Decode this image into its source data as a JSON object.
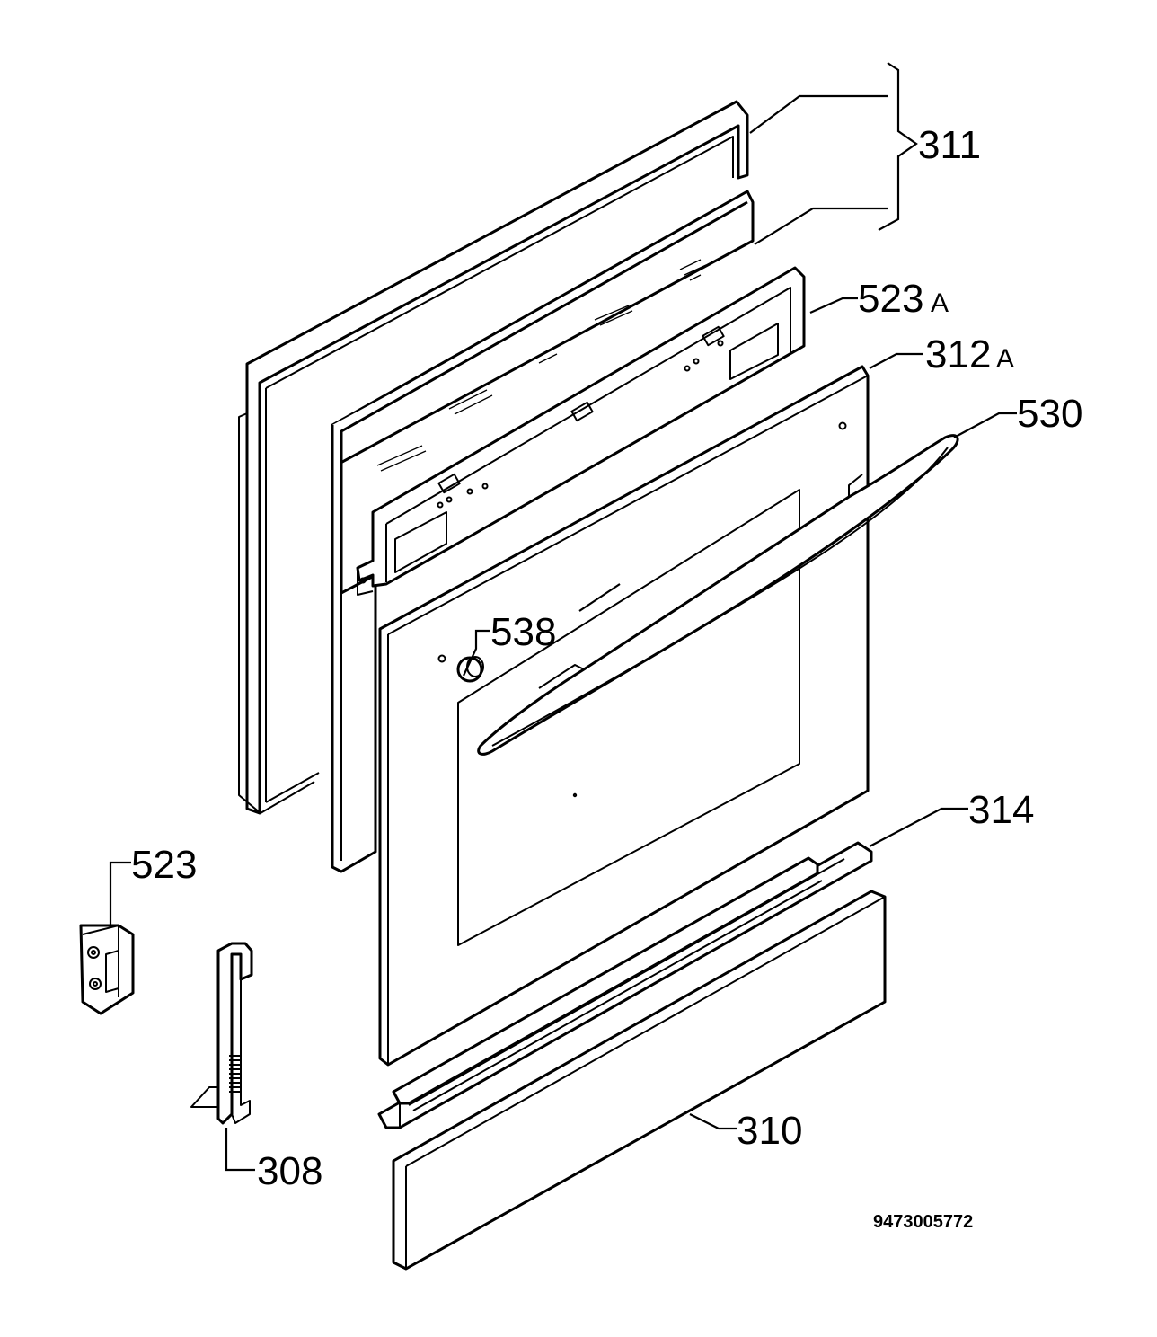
{
  "callouts": {
    "c311": "311",
    "c523a_num": "523",
    "c523a_suf": "A",
    "c312a_num": "312",
    "c312a_suf": "A",
    "c530": "530",
    "c538": "538",
    "c314": "314",
    "c523": "523",
    "c310": "310",
    "c308": "308"
  },
  "drawing_number": "9473005772"
}
